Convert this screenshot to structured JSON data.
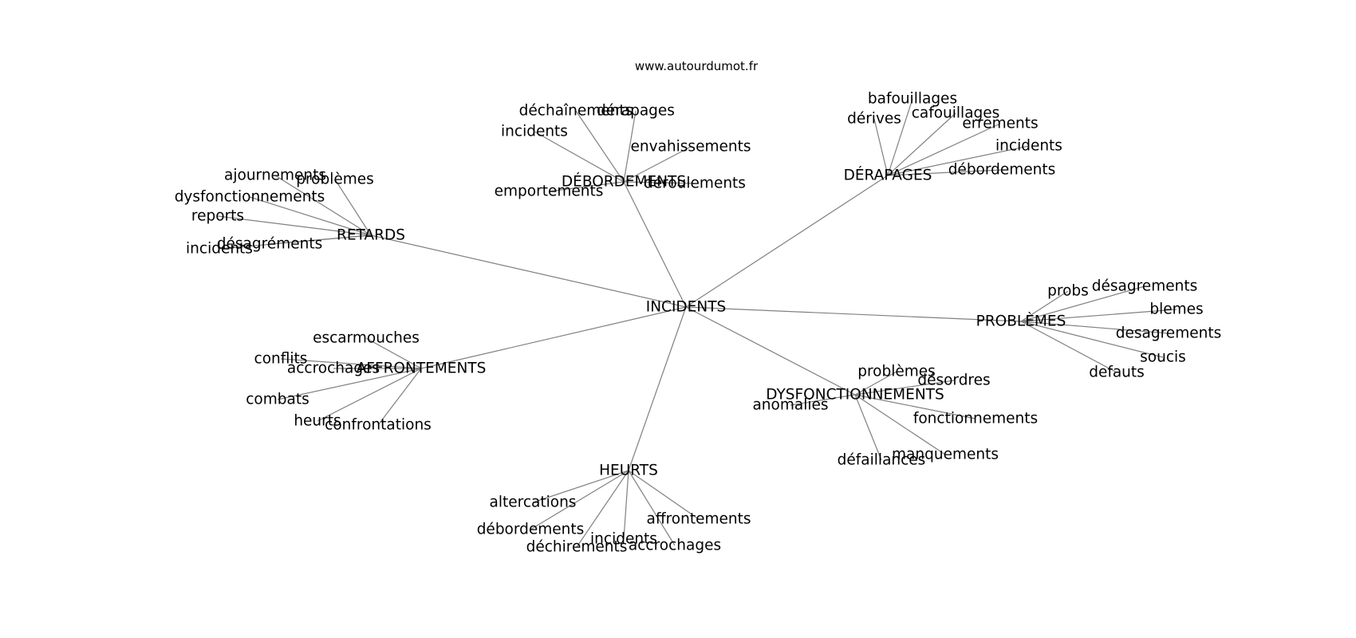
{
  "site": "www.autourdumot.fr",
  "root": "INCIDENTS",
  "clusters": [
    {
      "label": "RETARDS",
      "leaves": [
        "ajournements",
        "problèmes",
        "dysfonctionnements",
        "reports",
        "désagréments",
        "incidents"
      ]
    },
    {
      "label": "DÉBORDEMENTS",
      "leaves": [
        "déchaînements",
        "dérapages",
        "incidents",
        "envahissements",
        "emportements",
        "déroulements"
      ]
    },
    {
      "label": "DÉRAPAGES",
      "leaves": [
        "bafouillages",
        "dérives",
        "cafouillages",
        "errements",
        "incidents",
        "débordements"
      ]
    },
    {
      "label": "PROBLÈMES",
      "leaves": [
        "probs",
        "désagrements",
        "blemes",
        "desagrements",
        "soucis",
        "defauts"
      ]
    },
    {
      "label": "DYSFONCTIONNEMENTS",
      "leaves": [
        "problèmes",
        "désordres",
        "anomalies",
        "fonctionnements",
        "manquements",
        "défaillances"
      ]
    },
    {
      "label": "HEURTS",
      "leaves": [
        "altercations",
        "débordements",
        "affrontements",
        "incidents",
        "déchirements",
        "accrochages"
      ]
    },
    {
      "label": "AFFRONTEMENTS",
      "leaves": [
        "escarmouches",
        "conflits",
        "accrochages",
        "combats",
        "heurts",
        "confrontations"
      ]
    }
  ]
}
